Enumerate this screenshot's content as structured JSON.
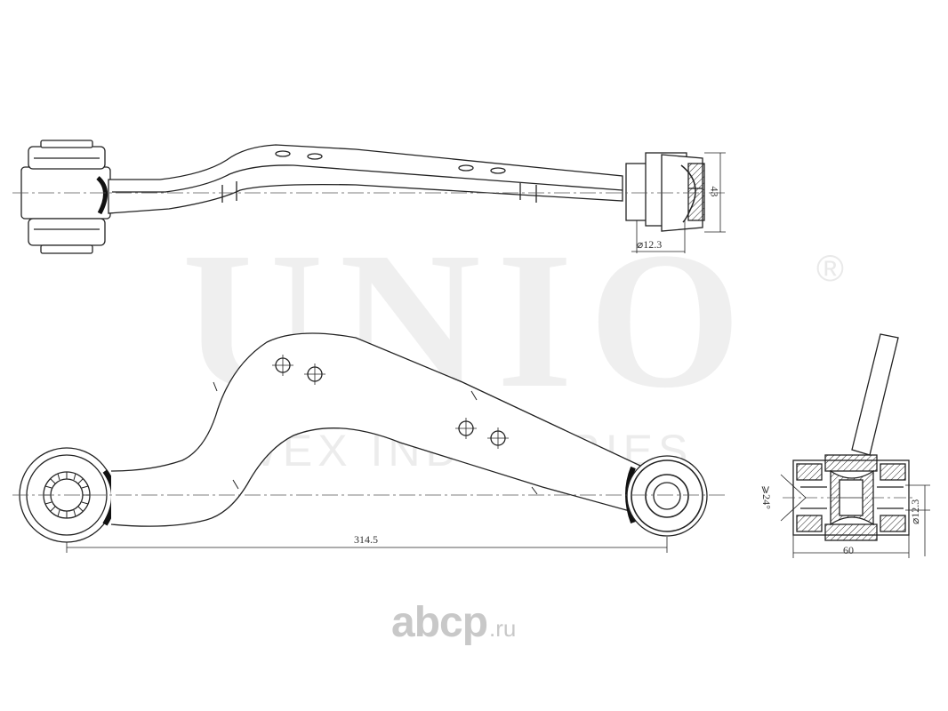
{
  "watermark": {
    "brand": "UNIO",
    "registered": "®",
    "subtitle": "WEX INDUSTRIES"
  },
  "dimensions": {
    "top_height": "43",
    "top_diameter": "⌀12.3",
    "overall_length": "314.5",
    "bushing_length": "60",
    "bushing_diameter": "⌀12.3",
    "bushing_angle": "⩾24°"
  },
  "site_logo": {
    "main": "abcp",
    "tld": ".ru"
  }
}
